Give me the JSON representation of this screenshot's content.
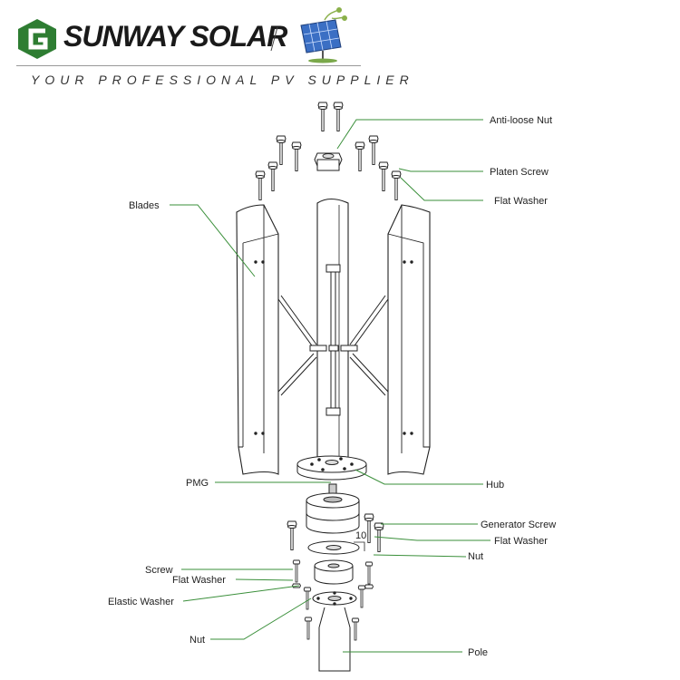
{
  "header": {
    "brand": "SUNWAY SOLAR",
    "tagline": "YOUR PROFESSIONAL PV SUPPLIER",
    "brand_color": "#2e7d32"
  },
  "labels": {
    "anti_loose_nut": "Anti-loose Nut",
    "platen_screw": "Platen Screw",
    "flat_washer_top": "Flat Washer",
    "blades": "Blades",
    "pmg": "PMG",
    "hub": "Hub",
    "generator_screw": "Generator Screw",
    "flat_washer_right": "Flat Washer",
    "nut_right": "Nut",
    "screw": "Screw",
    "flat_washer_left": "Flat Washer",
    "elastic_washer": "Elastic Washer",
    "nut_left": "Nut",
    "pole": "Pole",
    "dimension": "10"
  },
  "colors": {
    "leader": "#3a8f3a",
    "line": "#222222"
  }
}
